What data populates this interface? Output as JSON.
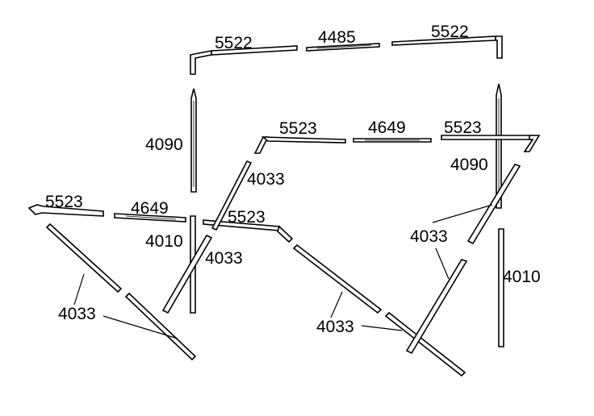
{
  "parts": {
    "top_rail_left": "5522",
    "top_rail_center": "4485",
    "top_rail_right": "5522",
    "upper_left_post": "4090",
    "upper_right_post": "4090",
    "mid_rail_left": "5523",
    "mid_rail_center": "4649",
    "mid_rail_right": "5523",
    "left_rail_left": "5523",
    "left_rail_center": "4649",
    "left_rail_right": "5523",
    "brace_upper": "4033",
    "left_post": "4010",
    "brace_center": "4033",
    "brace_left": "4033",
    "brace_right_lower": "4033",
    "brace_right_upper": "4033",
    "right_post": "4010"
  }
}
